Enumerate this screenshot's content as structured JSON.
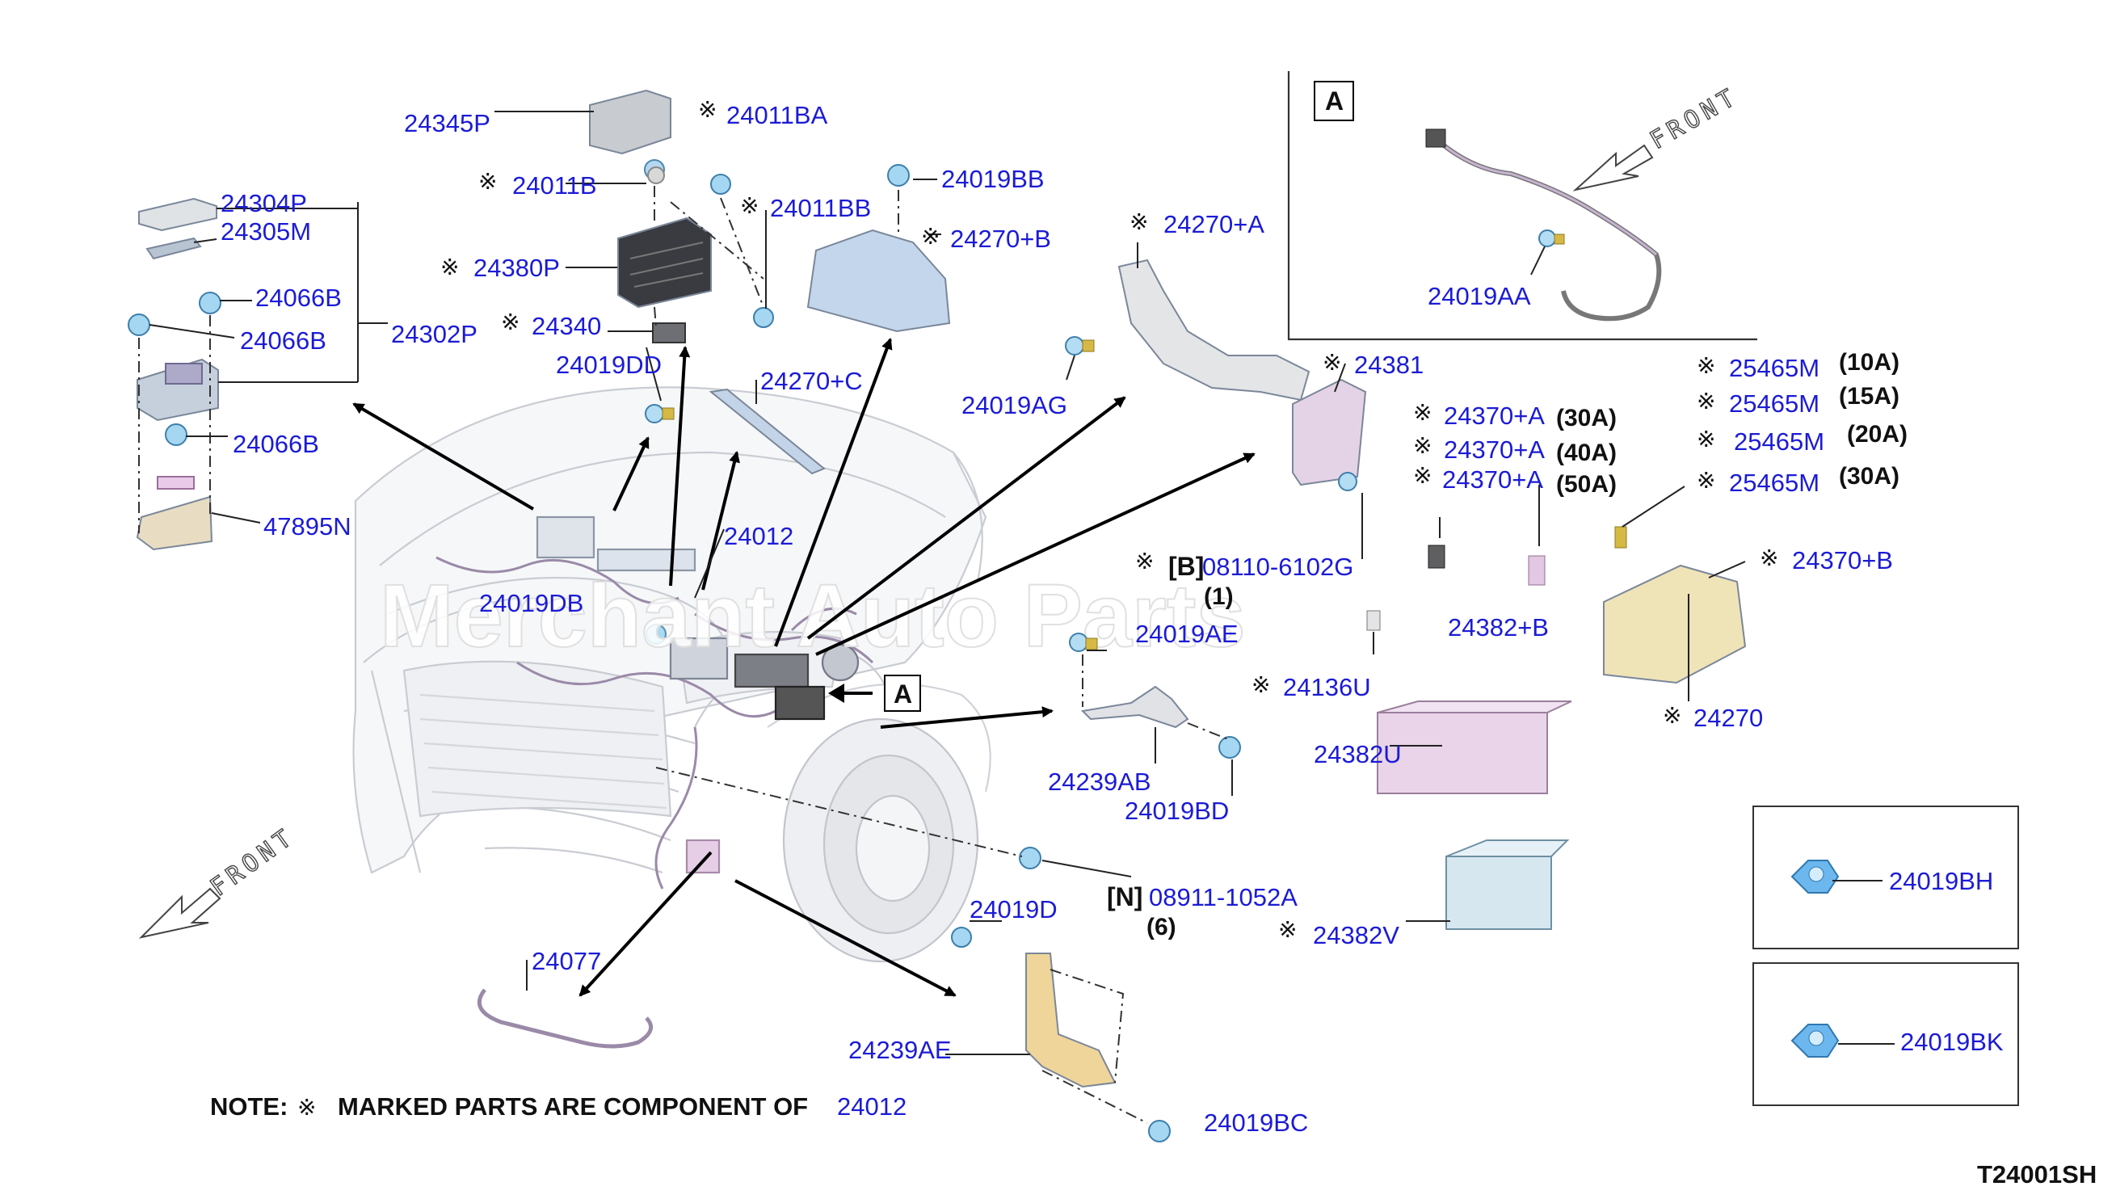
{
  "diagram": {
    "watermark": "Merchant Auto Parts",
    "front_label": "FRONT",
    "view_label": "A",
    "drawing_code": "T24001SH",
    "note": {
      "prefix": "NOTE:",
      "symbol": "※",
      "text": "MARKED PARTS ARE COMPONENT OF",
      "part": "24012"
    },
    "mark": "※",
    "parts": {
      "p24345P": "24345P",
      "p24011BA": "24011BA",
      "p24011B": "24011B",
      "p24011BB": "24011BB",
      "p24019BB": "24019BB",
      "p24270B_top": "24270+B",
      "p24380P": "24380P",
      "p24340": "24340",
      "p24019DD": "24019DD",
      "p24270C": "24270+C",
      "p24012": "24012",
      "p24304P": "24304P",
      "p24305M": "24305M",
      "p24066B_1": "24066B",
      "p24066B_2": "24066B",
      "p24302P": "24302P",
      "p24066B_3": "24066B",
      "p47895N": "47895N",
      "p24019DB": "24019DB",
      "p24270A": "24270+A",
      "p24019AG": "24019AG",
      "p24019AA": "24019AA",
      "p24381": "24381",
      "p24370A_1": "24370+A",
      "p24370A_2": "24370+A",
      "p24370A_3": "24370+A",
      "p25465M_1": "25465M",
      "p25465M_2": "25465M",
      "p25465M_3": "25465M",
      "p25465M_4": "25465M",
      "p08110": "08110-6102G",
      "p24019AE": "24019AE",
      "p24382B": "24382+B",
      "p24370B_right": "24370+B",
      "p24136U": "24136U",
      "p24270": "24270",
      "p24239AB": "24239AB",
      "p24019BD": "24019BD",
      "p24382U": "24382U",
      "p08911": "08911-1052A",
      "p24382V": "24382V",
      "p24019D": "24019D",
      "p24077": "24077",
      "p24239AE": "24239AE",
      "p24019BC": "24019BC",
      "p24019BH": "24019BH",
      "p24019BK": "24019BK"
    },
    "qualifiers": {
      "q30A_370": "(30A)",
      "q40A_370": "(40A)",
      "q50A_370": "(50A)",
      "q10A": "(10A)",
      "q15A": "(15A)",
      "q20A": "(20A)",
      "q30A_465": "(30A)",
      "b_code": "[B]",
      "b_qty": "(1)",
      "n_code": "[N]",
      "n_qty": "(6)"
    }
  }
}
